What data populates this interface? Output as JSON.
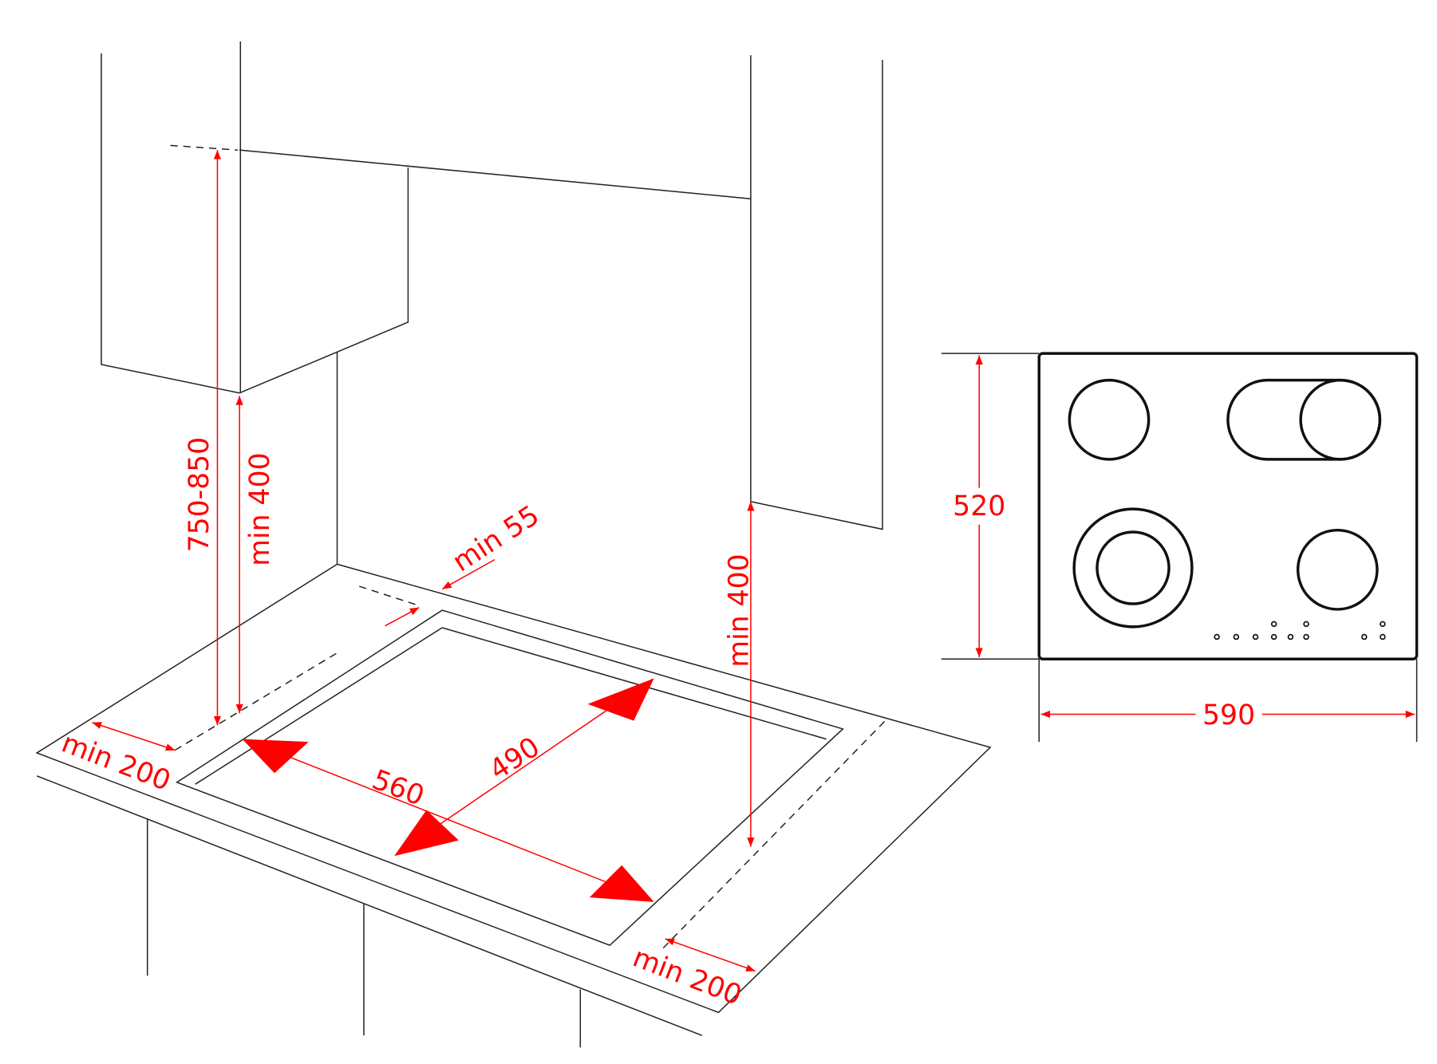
{
  "colors": {
    "dimension": "#ff0000",
    "line": "#222222"
  },
  "installation": {
    "height_range": "750-850",
    "min_hood_left": "min 400",
    "min_back": "min 55",
    "min_side_right": "min 400",
    "min_left": "min 200",
    "min_right": "min 200",
    "cutout_width": "560",
    "cutout_depth": "490"
  },
  "hob": {
    "height": "520",
    "width": "590"
  }
}
